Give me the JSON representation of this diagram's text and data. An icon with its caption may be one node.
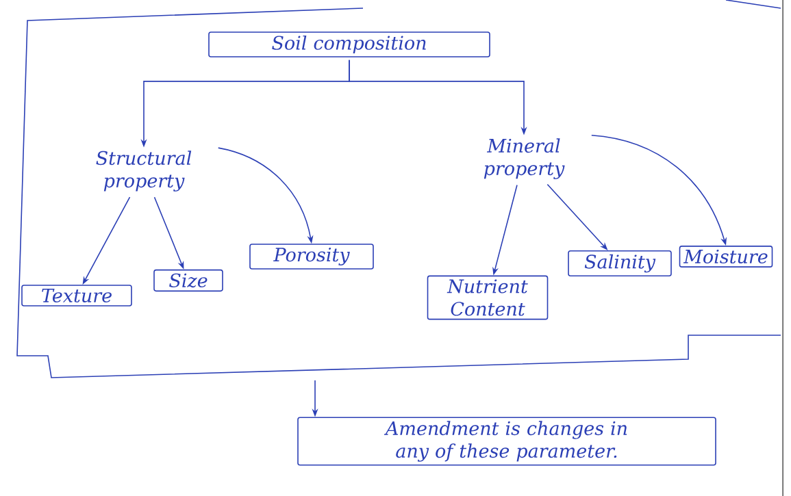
{
  "diagram": {
    "nodes": [
      {
        "text": [
          "Soil composition"
        ]
      },
      {
        "text": [
          "Structural property"
        ]
      },
      {
        "text": [
          "Mineral property"
        ]
      },
      {
        "text": [
          "Texture"
        ]
      },
      {
        "text": [
          "Size"
        ]
      },
      {
        "text": [
          "Porosity"
        ]
      },
      {
        "text": [
          "Nutrient Content"
        ]
      },
      {
        "text": [
          "Salinity"
        ]
      },
      {
        "text": [
          "Moisture"
        ]
      },
      {
        "text": [
          "Amendment is changes in any of these parameter."
        ]
      }
    ],
    "edges": [
      {
        "from": 0,
        "to": 1,
        "arrow": "to"
      },
      {
        "from": 0,
        "to": 2,
        "arrow": "to"
      },
      {
        "from": 1,
        "to": 3,
        "arrow": "to"
      },
      {
        "from": 1,
        "to": 4,
        "arrow": "to"
      },
      {
        "from": 1,
        "to": 5,
        "arrow": "to"
      },
      {
        "from": 2,
        "to": 6,
        "arrow": "to"
      },
      {
        "from": 2,
        "to": 7,
        "arrow": "to"
      },
      {
        "from": 2,
        "to": 8,
        "arrow": "to"
      },
      {
        "from": null,
        "to": 9,
        "arrow": "to"
      }
    ]
  }
}
